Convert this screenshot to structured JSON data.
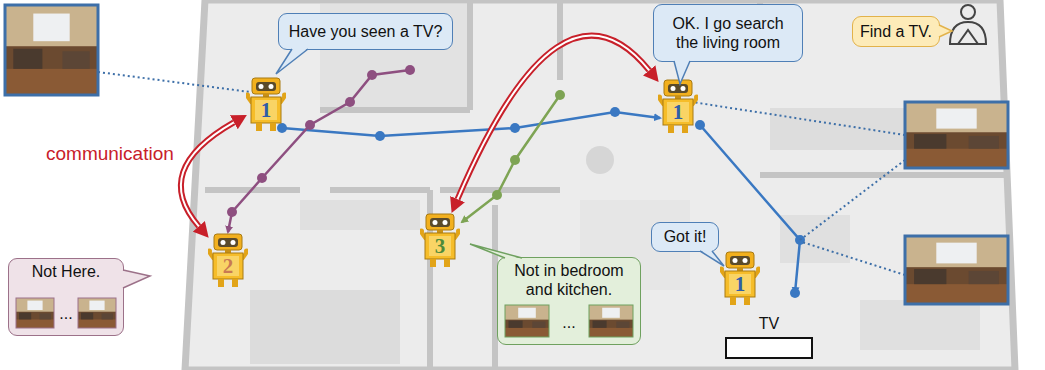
{
  "diagram": {
    "nodes": [
      {
        "text": [
          "Have you seen a TV?"
        ]
      },
      {
        "text": [
          "OK. I go search the living room"
        ]
      },
      {
        "text": [
          "Find a TV."
        ]
      },
      {
        "text": [
          "1"
        ]
      },
      {
        "text": [
          "1"
        ]
      },
      {
        "text": [
          "3"
        ]
      },
      {
        "text": [
          "2"
        ]
      },
      {
        "text": [
          "Got it!"
        ]
      },
      {
        "text": [
          "1"
        ]
      },
      {
        "text": [
          "Not Here.",
          "..."
        ]
      },
      {
        "text": [
          "Not in bedroom and kitchen.",
          "..."
        ]
      },
      {
        "text": [
          "TV"
        ]
      }
    ],
    "edges": [
      {
        "from": 3,
        "to": 6,
        "arrow": "both",
        "label": "communication"
      },
      {
        "from": 5,
        "to": 4,
        "arrow": "both"
      }
    ]
  }
}
